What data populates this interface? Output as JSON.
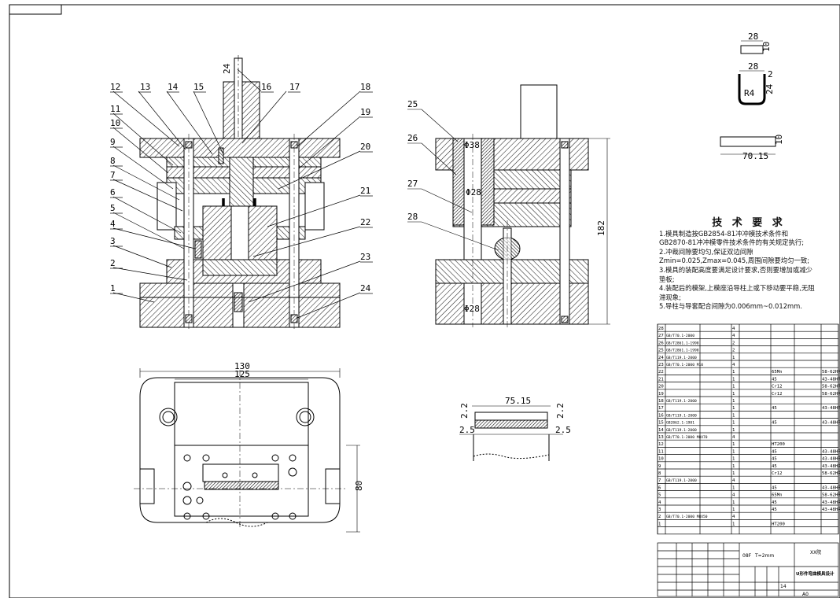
{
  "drawing": {
    "part_numbers": [
      "1",
      "2",
      "3",
      "4",
      "5",
      "6",
      "7",
      "8",
      "9",
      "10",
      "11",
      "12",
      "13",
      "14",
      "15",
      "16",
      "17",
      "18",
      "19",
      "20",
      "21",
      "22",
      "23",
      "24"
    ],
    "section_numbers": [
      "25",
      "26",
      "27",
      "28"
    ],
    "dims": {
      "punch_dia": "24",
      "side_height": "182",
      "bottom_width_outer": "130",
      "bottom_width_inner": "125",
      "bottom_side": "80",
      "strip_width": "75.15",
      "strip_t_left": "2.2",
      "strip_t_right": "2.2",
      "strip_w_left": "2.5",
      "strip_w_right": "2.5",
      "part_top_w": "28",
      "part_top_h": "10",
      "part_mid_w": "28",
      "part_mid_h": "24",
      "part_mid_r": "R4",
      "part_mid_t": "2",
      "blank_w": "70.15",
      "blank_h": "10",
      "sec_dia1": "Φ38",
      "sec_dia2": "Φ28",
      "sec_dia3": "Φ28"
    }
  },
  "notes": {
    "title": "技 术 要 求",
    "lines": [
      "1.模具制造按GB2854-81冲冲模技术条件和",
      "GB2870-81冲冲模零件技术条件的有关规定执行;",
      "2.冲裁间隙要均匀,保证双边间隙",
      "Zmin=0.025,Zmax=0.045,周围间隙要均匀一致;",
      "3.模具的装配高度要满足设计要求,否则要增加或减少",
      "垫板;",
      "4.装配后的模架,上模座沿导柱上或下移动要平稳,无阻",
      "滞现象;",
      "5.导柱与导套配合间隙为0.006mm~0.012mm."
    ]
  },
  "bom": {
    "rows": [
      {
        "no": "28",
        "std": "",
        "qty": "4",
        "mat": "",
        "ht": ""
      },
      {
        "no": "27",
        "std": "GB/T70.1-2000",
        "qty": "4",
        "mat": "",
        "ht": ""
      },
      {
        "no": "26",
        "std": "GB/T2861.1-1998",
        "qty": "2",
        "mat": "",
        "ht": ""
      },
      {
        "no": "25",
        "std": "GB/T2861.1-1998",
        "qty": "2",
        "mat": "",
        "ht": ""
      },
      {
        "no": "24",
        "std": "GB/T119.1-2000",
        "qty": "1",
        "mat": "",
        "ht": ""
      },
      {
        "no": "23",
        "std": "GB/T70.1-2000 M10",
        "qty": "4",
        "mat": "",
        "ht": ""
      },
      {
        "no": "22",
        "std": "",
        "qty": "1",
        "mat": "65Mn",
        "ht": "58-62HRC"
      },
      {
        "no": "21",
        "std": "",
        "qty": "1",
        "mat": "45",
        "ht": "43-48HRC"
      },
      {
        "no": "20",
        "std": "",
        "qty": "1",
        "mat": "Cr12",
        "ht": "58-62HRC"
      },
      {
        "no": "19",
        "std": "",
        "qty": "1",
        "mat": "Cr12",
        "ht": "58-62HRC"
      },
      {
        "no": "18",
        "std": "GB/T119.1-2000",
        "qty": "1",
        "mat": "",
        "ht": ""
      },
      {
        "no": "17",
        "std": "",
        "qty": "1",
        "mat": "45",
        "ht": "43-48HRC"
      },
      {
        "no": "16",
        "std": "GB/T119.1-2000",
        "qty": "1",
        "mat": "",
        "ht": ""
      },
      {
        "no": "15",
        "std": "GB2862.1-1981",
        "qty": "1",
        "mat": "45",
        "ht": "43-48HRC"
      },
      {
        "no": "14",
        "std": "GB/T119.1-2000",
        "qty": "1",
        "mat": "",
        "ht": ""
      },
      {
        "no": "13",
        "std": "GB/T70.1-2000 M8X70",
        "qty": "4",
        "mat": "",
        "ht": ""
      },
      {
        "no": "12",
        "std": "",
        "qty": "1",
        "mat": "HT200",
        "ht": ""
      },
      {
        "no": "11",
        "std": "",
        "qty": "1",
        "mat": "45",
        "ht": "43-48HRC"
      },
      {
        "no": "10",
        "std": "",
        "qty": "1",
        "mat": "45",
        "ht": "43-48HRC"
      },
      {
        "no": "9",
        "std": "",
        "qty": "1",
        "mat": "45",
        "ht": "43-48HRC"
      },
      {
        "no": "8",
        "std": "",
        "qty": "1",
        "mat": "Cr12",
        "ht": "58-62HRC"
      },
      {
        "no": "7",
        "std": "GB/T119.1-2000",
        "qty": "4",
        "mat": "",
        "ht": ""
      },
      {
        "no": "6",
        "std": "",
        "qty": "1",
        "mat": "45",
        "ht": "43-48HRC"
      },
      {
        "no": "5",
        "std": "",
        "qty": "4",
        "mat": "65Mn",
        "ht": "58-62HRC"
      },
      {
        "no": "4",
        "std": "",
        "qty": "1",
        "mat": "45",
        "ht": "43-48HRC"
      },
      {
        "no": "3",
        "std": "",
        "qty": "1",
        "mat": "45",
        "ht": "43-48HRC"
      },
      {
        "no": "2",
        "std": "GB/T70.1-2000 M8X50",
        "qty": "4",
        "mat": "",
        "ht": ""
      },
      {
        "no": "1",
        "std": "",
        "qty": "1",
        "mat": "HT200",
        "ht": ""
      }
    ],
    "title_block": {
      "material": "08F",
      "thickness": "T=2mm",
      "school": "XX院",
      "design_title": "U形件弯曲模具设计",
      "sheet_no": "14",
      "size": "A0"
    }
  }
}
